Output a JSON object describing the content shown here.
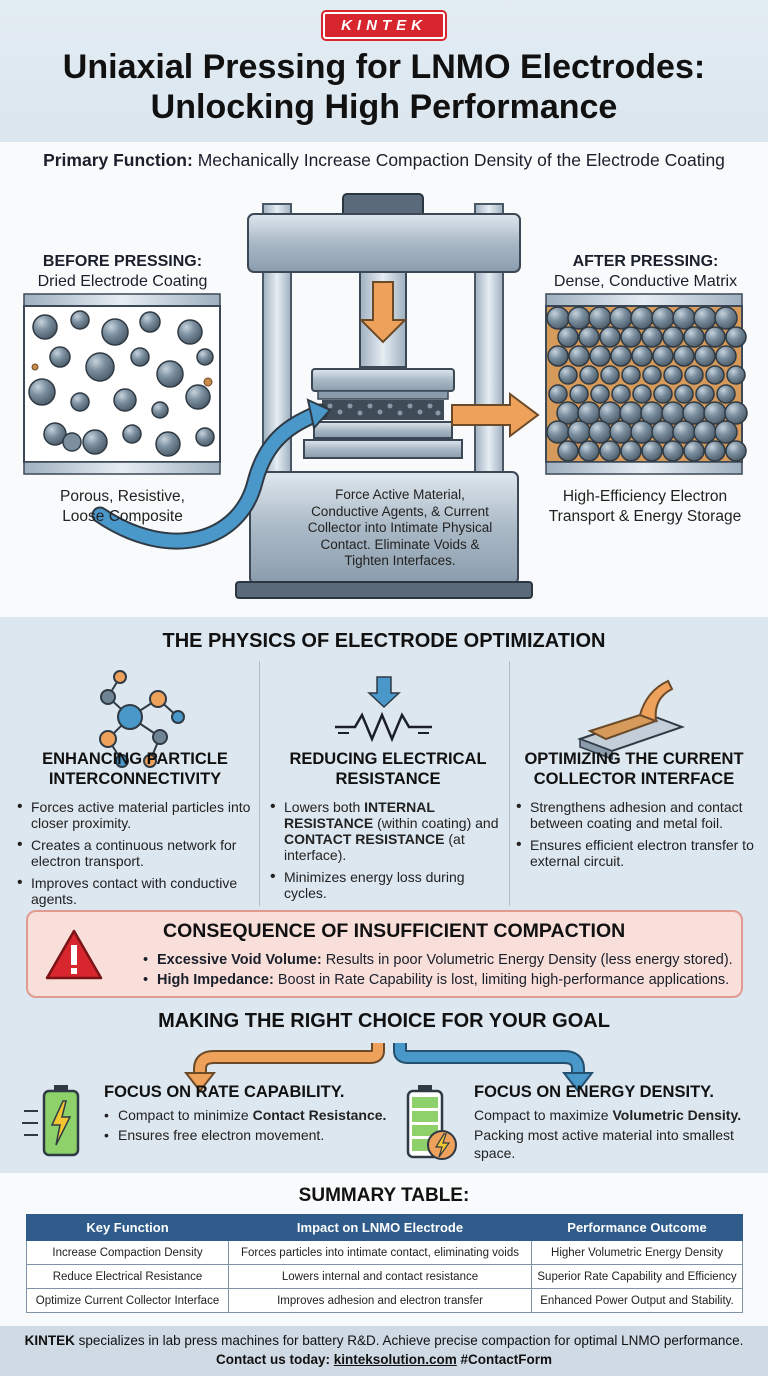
{
  "header": {
    "logo": "KINTEK",
    "title_line1": "Uniaxial Pressing for LNMO Electrodes:",
    "title_line2": "Unlocking High Performance"
  },
  "hero": {
    "primary_label": "Primary Function:",
    "primary_text": " Mechanically Increase Compaction Density of the Electrode Coating",
    "before_title": "BEFORE PRESSING:",
    "before_subtitle": "Dried Electrode Coating",
    "before_caption_1": "Porous, Resistive,",
    "before_caption_2": "Loose Composite",
    "after_title": "AFTER PRESSING:",
    "after_subtitle": "Dense, Conductive Matrix",
    "after_caption_1": "High-Efficiency Electron",
    "after_caption_2": "Transport & Energy Storage",
    "press_text": "Force Active Material, Conductive Agents, & Current Collector into Intimate Physical Contact. Eliminate Voids & Tighten Interfaces."
  },
  "physics": {
    "title": "THE PHYSICS OF ELECTRODE OPTIMIZATION",
    "columns": [
      {
        "head_1": "ENHANCING PARTICLE",
        "head_2": "INTERCONNECTIVITY",
        "bullets": [
          "Forces active material particles into closer proximity.",
          "Creates a continuous network for electron transport.",
          "Improves contact with conductive agents."
        ]
      },
      {
        "head_1": "REDUCING ELECTRICAL",
        "head_2": "RESISTANCE",
        "b1_a": "Lowers both ",
        "b1_b": "INTERNAL RESISTANCE",
        "b1_c": " (within coating) and ",
        "b1_d": "CONTACT RESISTANCE",
        "b1_e": " (at interface).",
        "b2": "Minimizes energy loss during cycles."
      },
      {
        "head_1": "OPTIMIZING THE CURRENT",
        "head_2": "COLLECTOR INTERFACE",
        "bullets": [
          "Strengthens adhesion and contact between coating and metal foil.",
          "Ensures efficient electron transfer to external circuit."
        ]
      }
    ]
  },
  "warning": {
    "title": "CONSEQUENCE OF INSUFFICIENT COMPACTION",
    "b1_label": "Excessive Void Volume:",
    "b1_text": " Results in poor Volumetric Energy Density (less energy stored).",
    "b2_label": "High Impedance:",
    "b2_text": " Boost in Rate Capability is lost, limiting high-performance applications."
  },
  "choice": {
    "title": "MAKING THE RIGHT CHOICE FOR YOUR GOAL",
    "left_head": "FOCUS ON RATE CAPABILITY.",
    "left_b1_a": "Compact to minimize ",
    "left_b1_b": "Contact Resistance.",
    "left_b2": "Ensures free electron movement.",
    "right_head": "FOCUS ON ENERGY DENSITY.",
    "right_b1_a": "Compact to maximize ",
    "right_b1_b": "Volumetric Density.",
    "right_b2": "Packing most active material into smallest space."
  },
  "summary": {
    "title": "SUMMARY TABLE:",
    "headers": [
      "Key Function",
      "Impact on LNMO Electrode",
      "Performance Outcome"
    ],
    "rows": [
      [
        "Increase Compaction Density",
        "Forces particles into intimate contact, eliminating voids",
        "Higher Volumetric Energy Density"
      ],
      [
        "Reduce Electrical Resistance",
        "Lowers internal and contact resistance",
        "Superior Rate Capability and Efficiency"
      ],
      [
        "Optimize Current Collector Interface",
        "Improves adhesion and electron transfer",
        "Enhanced Power Output and Stability."
      ]
    ]
  },
  "footer": {
    "brand": "KINTEK",
    "line1": " specializes in lab press machines for battery R&D. Achieve precise compaction for optimal LNMO performance.",
    "contact_label": "Contact us today: ",
    "site": "kinteksolution.com",
    "tag": " #ContactForm"
  },
  "colors": {
    "accent": "#d8262e",
    "table_header": "#2f5c8a",
    "arrow_blue": "#4a97c9",
    "arrow_orange": "#eea15a",
    "particle": "#6f8596"
  }
}
